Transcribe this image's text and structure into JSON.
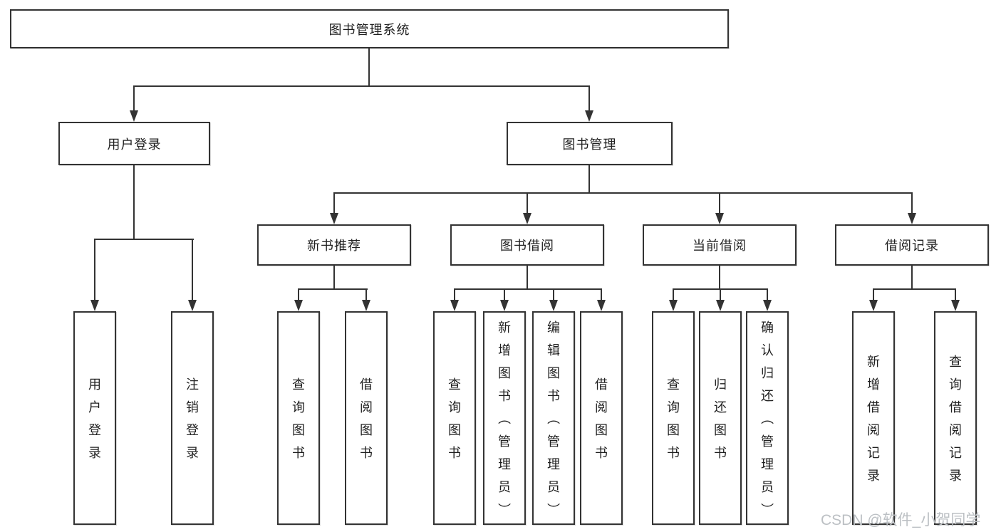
{
  "root": {
    "label": "图书管理系统"
  },
  "level2": [
    {
      "label": "用户登录"
    },
    {
      "label": "图书管理"
    }
  ],
  "level3": [
    {
      "label": "新书推荐"
    },
    {
      "label": "图书借阅"
    },
    {
      "label": "当前借阅"
    },
    {
      "label": "借阅记录"
    }
  ],
  "leaves": {
    "user_login": [
      "用户登录",
      "注销登录"
    ],
    "new_book": [
      "查询图书",
      "借阅图书"
    ],
    "book_borrow": [
      "查询图书",
      "新增图书（管理员）",
      "编辑图书（管理员）",
      "借阅图书"
    ],
    "current_borrow": [
      "查询图书",
      "归还图书",
      "确认归还（管理员）"
    ],
    "borrow_records": [
      "新增借阅记录",
      "查询借阅记录"
    ]
  },
  "watermark": "CSDN @软件_小贺同学",
  "colors": {
    "line": "#333333",
    "text": "#1f1f1f",
    "background": "#ffffff",
    "watermark": "#bcc0c4"
  }
}
